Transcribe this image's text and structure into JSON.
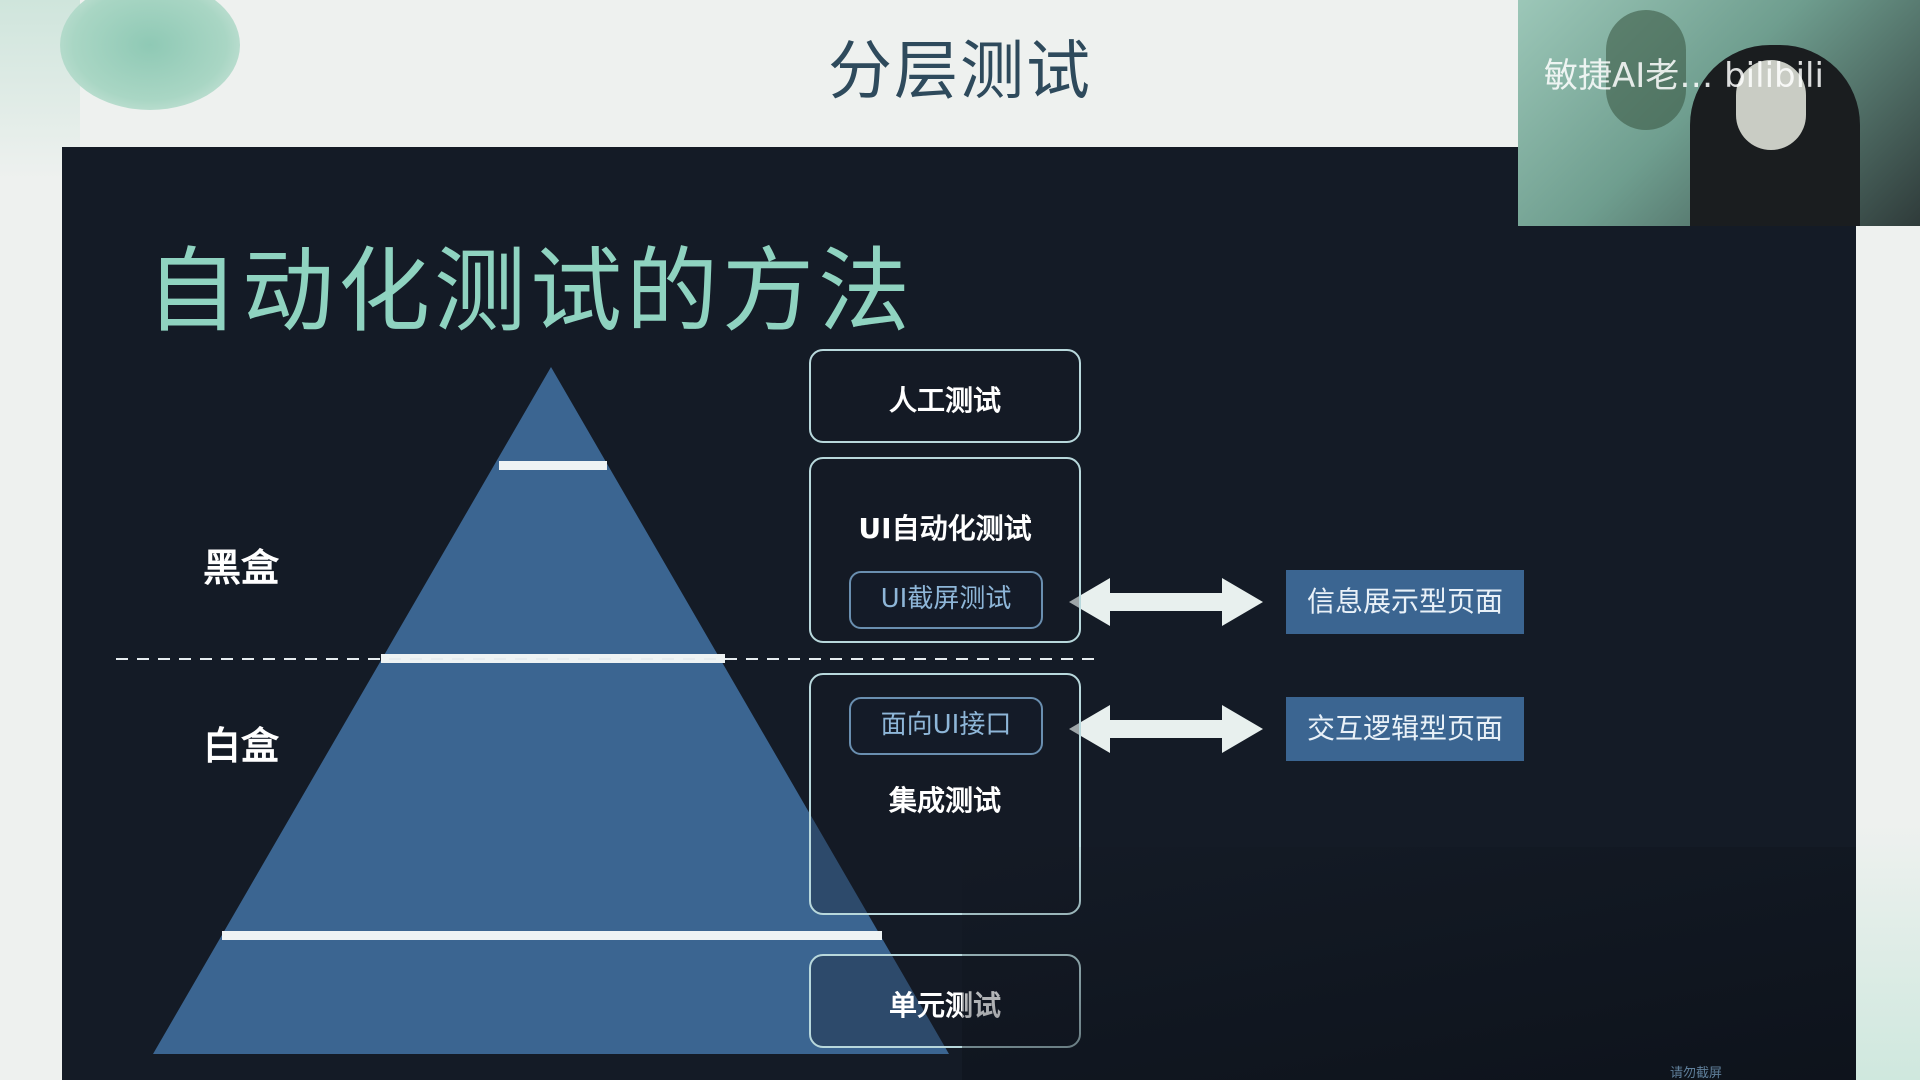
{
  "page": {
    "title": "分层测试"
  },
  "slide": {
    "title": "自动化测试的方法",
    "regions": {
      "black_box": "黑盒",
      "white_box": "白盒"
    },
    "boxes": {
      "manual": "人工测试",
      "ui_auto": "UI自动化测试",
      "ui_screenshot": "UI截屏测试",
      "ui_interface": "面向UI接口",
      "integration": "集成测试",
      "unit": "单元测试"
    },
    "tags": {
      "info_page": "信息展示型页面",
      "interaction_page": "交互逻辑型页面"
    },
    "colors": {
      "background": "#141b26",
      "pyramid": "#3b6591",
      "title": "#8fd3c0",
      "box_border": "#b8d8dc",
      "arrow": "#e8f0ee"
    }
  },
  "webcam": {
    "watermark": "敏捷AI老… bilibili"
  },
  "footer": {
    "badge": "请勿截屏"
  }
}
